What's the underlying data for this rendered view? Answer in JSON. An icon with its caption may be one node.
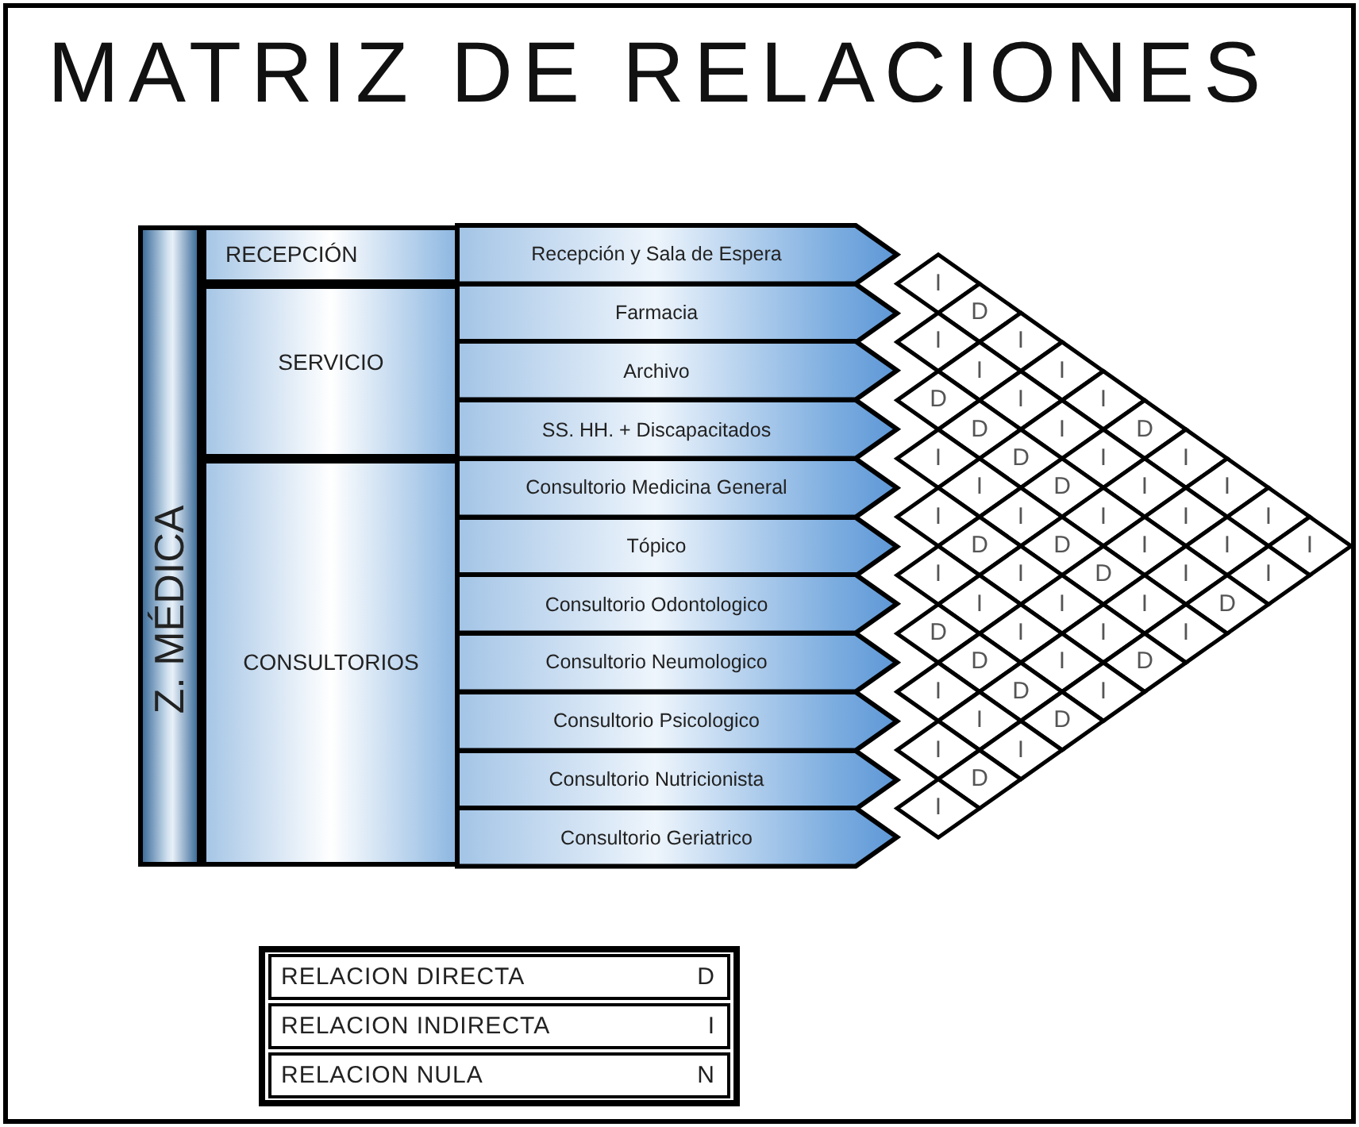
{
  "diagram": {
    "title": "MATRIZ DE RELACIONES",
    "nodes": [
      {
        "text": [
          "Z. MÉDICA"
        ]
      },
      {
        "text": [
          "RECEPCIÓN"
        ]
      },
      {
        "text": [
          "SERVICIO"
        ]
      },
      {
        "text": [
          "CONSULTORIOS"
        ]
      },
      {
        "text": [
          "Recepción y Sala de Espera"
        ]
      },
      {
        "text": [
          "Farmacia"
        ]
      },
      {
        "text": [
          "Archivo"
        ]
      },
      {
        "text": [
          "SS. HH. + Discapacitados"
        ]
      },
      {
        "text": [
          "Consultorio Medicina General"
        ]
      },
      {
        "text": [
          "Tópico"
        ]
      },
      {
        "text": [
          "Consultorio Odontologico"
        ]
      },
      {
        "text": [
          "Consultorio Neumologico"
        ]
      },
      {
        "text": [
          "Consultorio Psicologico"
        ]
      },
      {
        "text": [
          "Consultorio Nutricionista"
        ]
      },
      {
        "text": [
          "Consultorio Geriatrico"
        ]
      }
    ],
    "labels": [
      "I",
      "D",
      "I",
      "I",
      "I",
      "I",
      "D",
      "I",
      "I",
      "D",
      "I",
      "D",
      "I",
      "D",
      "I",
      "I",
      "I",
      "D",
      "I",
      "I",
      "I",
      "I",
      "I",
      "I",
      "I",
      "D",
      "D",
      "I",
      "I",
      "I",
      "I",
      "I",
      "D",
      "I",
      "I",
      "I",
      "I",
      "I",
      "D",
      "D",
      "I",
      "I",
      "I",
      "D",
      "I",
      "D",
      "I",
      "D",
      "I",
      "I",
      "D",
      "I",
      "I",
      "D",
      "I",
      "RELACION DIRECTA",
      "D",
      "RELACION INDIRECTA",
      "I",
      "RELACION NULA",
      "N"
    ]
  }
}
